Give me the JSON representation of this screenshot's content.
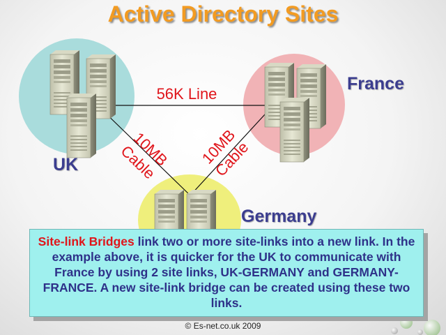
{
  "title": "Active Directory Sites",
  "sites": {
    "uk": "UK",
    "france": "France",
    "germany": "Germany"
  },
  "links": {
    "uk_france": "56K Line",
    "uk_germany": [
      "10MB",
      "Cable"
    ],
    "germany_france": [
      "10MB",
      "Cable"
    ]
  },
  "info": {
    "highlight": "Site-link Bridges",
    "body": " link two or more site-links into a new link. In the example above, it is quicker for the UK to communicate with France by using 2 site links, UK-GERMANY and GERMANY-FRANCE.  A new site-link bridge can be created using these two links."
  },
  "copyright": "© Es-net.co.uk 2009",
  "colors": {
    "title": "#f29b22",
    "site_label": "#3b3d8f",
    "link_label": "#e0151b",
    "uk_circle": "#a9dcdc",
    "france_circle": "#f1b3b6",
    "germany_circle": "#efef7c",
    "info_background": "#9ff0ee"
  },
  "icons": [
    "server-tower-icon",
    "decorative-bubbles-icon"
  ]
}
